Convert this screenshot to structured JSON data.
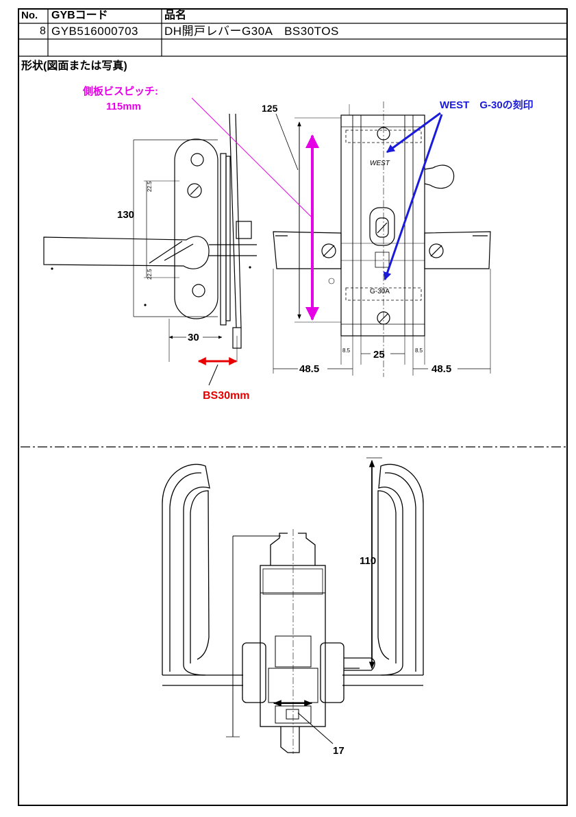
{
  "header": {
    "no_label": "No.",
    "code_label": "GYBコード",
    "name_label": "品名",
    "no_value": "8",
    "code_value": "GYB516000703",
    "name_value": "DH開戸レバーG30A　BS30TOS"
  },
  "section": {
    "shape_label": "形状(図面または写真)"
  },
  "annotations": {
    "pitch_title": "側板ビスピッチ:",
    "pitch_value": "115mm",
    "west_mark": "WEST　G-30の刻印",
    "bs": "BS30mm"
  },
  "drawing_text": {
    "west_engraving": "WEST",
    "g30a_engraving": "G-30A"
  },
  "dimensions": {
    "d125": "125",
    "d130": "130",
    "d30": "30",
    "d25": "25",
    "d48_left": "48.5",
    "d48_right": "48.5",
    "d110": "110",
    "d17": "17",
    "d225_top": "22.5",
    "d225_bottom": "22.5",
    "d85_left": "8.5",
    "d85_right": "8.5"
  },
  "colors": {
    "magenta": "#e600e6",
    "blue": "#1a1adb",
    "red": "#e60000",
    "line": "#000000"
  }
}
